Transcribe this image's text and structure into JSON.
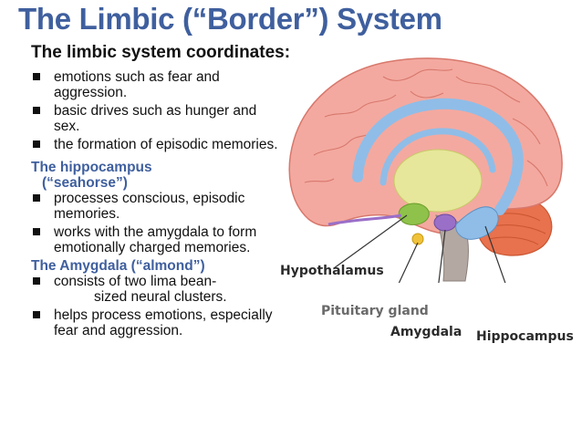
{
  "slide": {
    "title": "The Limbic (“Border”) System",
    "subtitle": "The limbic system coordinates:",
    "coordinates": [
      "emotions such as fear and aggression.",
      "basic drives such as hunger and sex.",
      "the formation of episodic memories."
    ],
    "hippocampus": {
      "heading_line1": "The hippocampus",
      "heading_line2": "(“seahorse”)",
      "bullets": [
        "processes conscious, episodic memories.",
        "works with the amygdala to form emotionally charged memories."
      ]
    },
    "amygdala": {
      "heading": "The Amygdala (“almond”)",
      "bullet1_line1": "consists of two lima bean-",
      "bullet1_line2": "sized neural clusters.",
      "bullet2": "helps process emotions, especially fear and aggression."
    }
  },
  "figure": {
    "labels": {
      "hypothalamus": "Hypothalamus",
      "pituitary": "Pituitary gland",
      "amygdala": "Amygdala",
      "hippocampus": "Hippocampus"
    },
    "colors": {
      "cortex": "#f3a9a0",
      "cortex_line": "#d8786c",
      "cerebellum": "#e8714e",
      "brainstem": "#b4a8a2",
      "limbic_blue": "#8fbde8",
      "thalamus": "#e6e79a",
      "hypothalamus": "#8ec24a",
      "amygdala": "#9a6fc8",
      "pituitary": "#f0c23a"
    }
  }
}
